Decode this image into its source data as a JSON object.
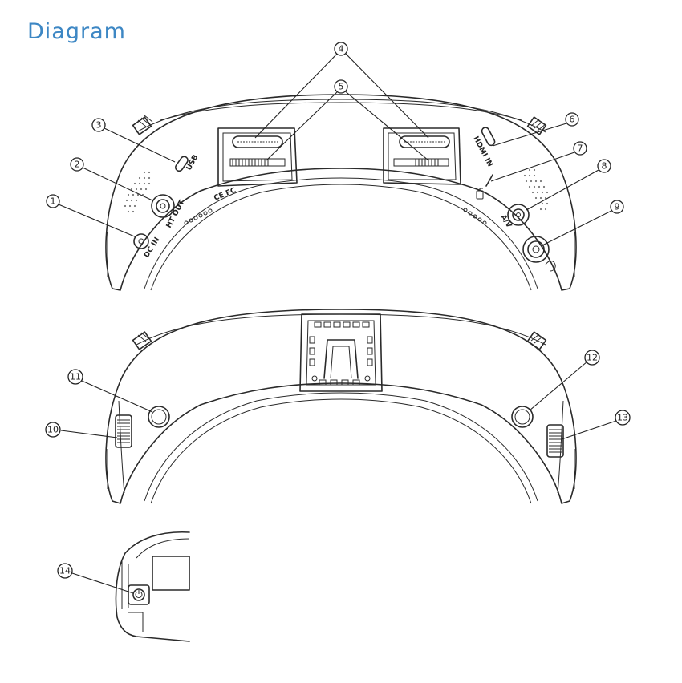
{
  "header": {
    "title": "Diagram"
  },
  "port_labels": {
    "dc_in": "DC IN",
    "ht_out": "HT OUT",
    "usb": "USB",
    "hdmi_in": "HDMI IN",
    "av": "A/V",
    "certification": "CE FC"
  },
  "callouts": [
    {
      "number": "1"
    },
    {
      "number": "2"
    },
    {
      "number": "3"
    },
    {
      "number": "4"
    },
    {
      "number": "5"
    },
    {
      "number": "6"
    },
    {
      "number": "7"
    },
    {
      "number": "8"
    },
    {
      "number": "9"
    },
    {
      "number": "10"
    },
    {
      "number": "11"
    },
    {
      "number": "12"
    },
    {
      "number": "13"
    },
    {
      "number": "14"
    }
  ]
}
